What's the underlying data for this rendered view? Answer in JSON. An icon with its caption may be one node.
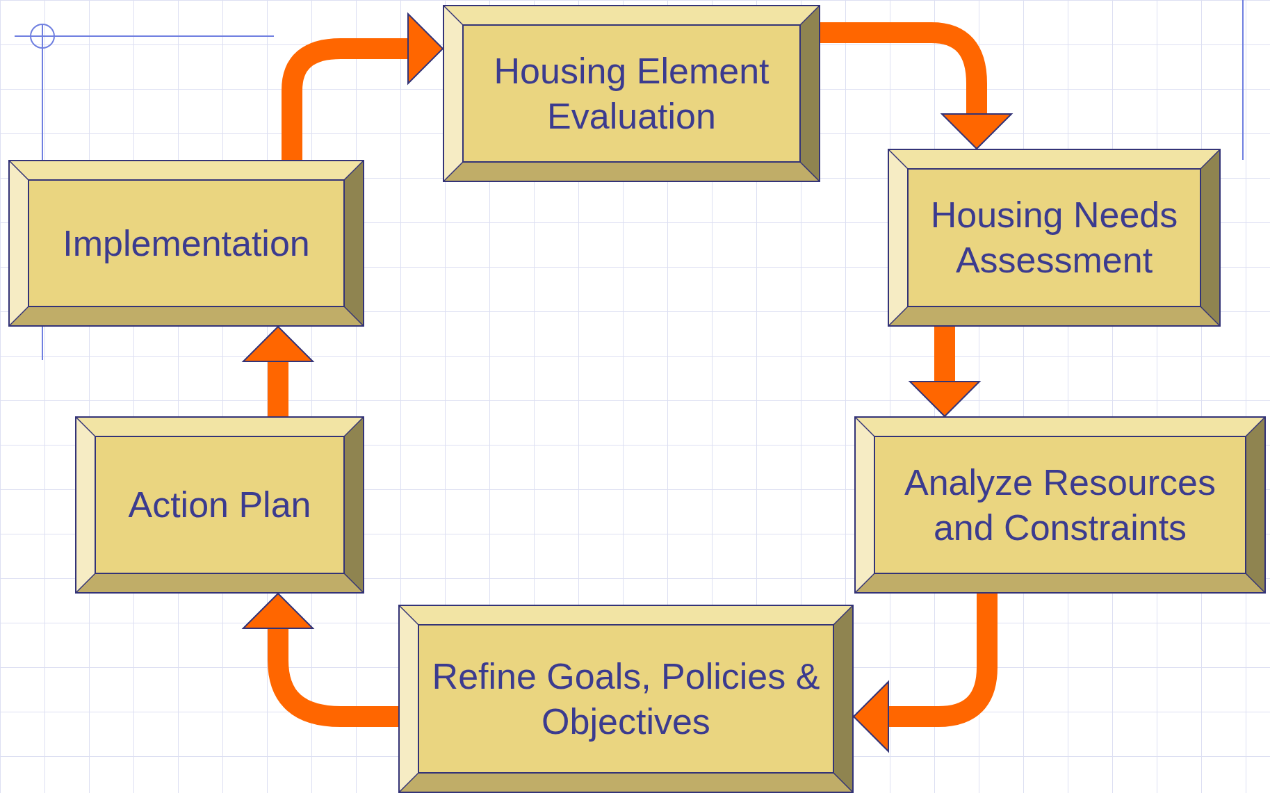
{
  "diagram": {
    "nodes": [
      {
        "text": [
          "Housing Element Evaluation"
        ]
      },
      {
        "text": [
          "Housing Needs Assessment"
        ]
      },
      {
        "text": [
          "Analyze Resources and Constraints"
        ]
      },
      {
        "text": [
          "Refine Goals, Policies & Objectives"
        ]
      },
      {
        "text": [
          "Action Plan"
        ]
      },
      {
        "text": [
          "Implementation"
        ]
      }
    ],
    "edges": [
      {
        "from": 0,
        "to": 1,
        "arrow": "to"
      },
      {
        "from": 1,
        "to": 2,
        "arrow": "to"
      },
      {
        "from": 2,
        "to": 3,
        "arrow": "to"
      },
      {
        "from": 3,
        "to": 4,
        "arrow": "to"
      },
      {
        "from": 4,
        "to": 5,
        "arrow": "to"
      },
      {
        "from": 5,
        "to": 0,
        "arrow": "to"
      }
    ]
  }
}
